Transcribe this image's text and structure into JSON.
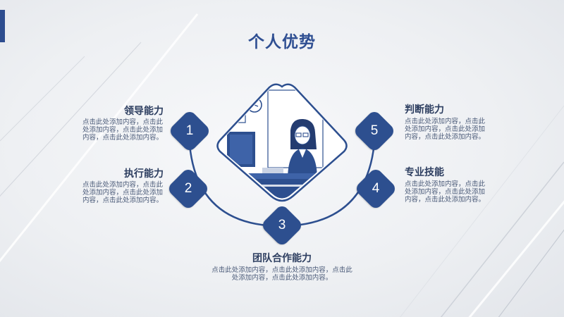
{
  "slide": {
    "title": "个人优势"
  },
  "theme": {
    "primary": "#2d4f8f",
    "title_color": "#2f4f92",
    "heading_color": "#2d3e60",
    "text_color": "#4a5a78",
    "background": "#eef0f3"
  },
  "items": [
    {
      "number": "1",
      "title": "领导能力",
      "desc": "点击此处添加内容，点击此处添加内容，点击此处添加内容，点击此处添加内容。"
    },
    {
      "number": "2",
      "title": "执行能力",
      "desc": "点击此处添加内容，点击此处添加内容，点击此处添加内容，点击此处添加内容。"
    },
    {
      "number": "3",
      "title": "团队合作能力",
      "desc": "点击此处添加内容，点击此处添加内容，点击此处添加内容，点击此处添加内容。"
    },
    {
      "number": "4",
      "title": "专业技能",
      "desc": "点击此处添加内容，点击此处添加内容，点击此处添加内容，点击此处添加内容。"
    },
    {
      "number": "5",
      "title": "判断能力",
      "desc": "点击此处添加内容，点击此处添加内容，点击此处添加内容，点击此处添加内容。"
    }
  ],
  "illustration": {
    "name": "woman-at-desk-illustration"
  }
}
